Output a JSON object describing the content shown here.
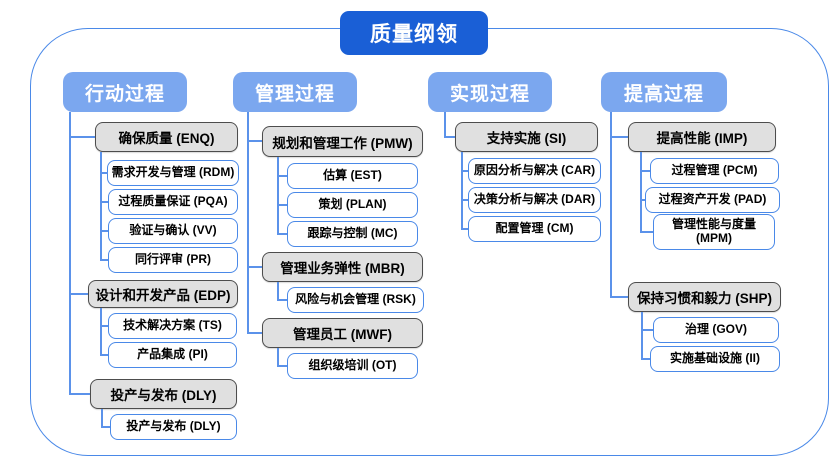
{
  "title": "质量纲领",
  "colors": {
    "title_bg": "#1a5fd6",
    "header_bg": "#7ba7ef",
    "frame_border": "#4a89e8",
    "parent_fill": "#e0e0e0",
    "parent_border": "#4d4d4d",
    "child_border": "#4a89e8",
    "connector": "#5b92ea"
  },
  "columns": [
    {
      "header": "行动过程",
      "groups": [
        {
          "parent": "确保质量 (ENQ)",
          "children": [
            "需求开发与管理 (RDM)",
            "过程质量保证 (PQA)",
            "验证与确认 (VV)",
            "同行评审 (PR)"
          ]
        },
        {
          "parent": "设计和开发产品 (EDP)",
          "children": [
            "技术解决方案 (TS)",
            "产品集成 (PI)"
          ]
        },
        {
          "parent": "投产与发布 (DLY)",
          "children": [
            "投产与发布 (DLY)"
          ]
        }
      ]
    },
    {
      "header": "管理过程",
      "groups": [
        {
          "parent": "规划和管理工作 (PMW)",
          "children": [
            "估算 (EST)",
            "策划 (PLAN)",
            "跟踪与控制 (MC)"
          ]
        },
        {
          "parent": "管理业务弹性 (MBR)",
          "children": [
            "风险与机会管理 (RSK)"
          ]
        },
        {
          "parent": "管理员工 (MWF)",
          "children": [
            "组织级培训 (OT)"
          ]
        }
      ]
    },
    {
      "header": "实现过程",
      "groups": [
        {
          "parent": "支持实施 (SI)",
          "children": [
            "原因分析与解决 (CAR)",
            "决策分析与解决 (DAR)",
            "配置管理 (CM)"
          ]
        }
      ]
    },
    {
      "header": "提高过程",
      "groups": [
        {
          "parent": "提高性能 (IMP)",
          "children": [
            "过程管理 (PCM)",
            "过程资产开发 (PAD)",
            "管理性能与度量 (MPM)"
          ]
        },
        {
          "parent": "保持习惯和毅力 (SHP)",
          "children": [
            "治理 (GOV)",
            "实施基础设施 (II)"
          ]
        }
      ]
    }
  ]
}
